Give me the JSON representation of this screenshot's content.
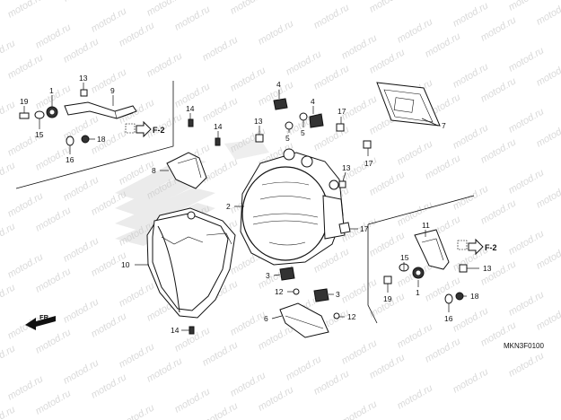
{
  "diagram": {
    "watermark": "motod.ru",
    "drawing_code": "MKN3F0100",
    "direction_label": "FR.",
    "ref_label": "F-2",
    "part_numbers": [
      "1",
      "2",
      "3",
      "4",
      "5",
      "6",
      "7",
      "8",
      "9",
      "10",
      "11",
      "12",
      "13",
      "14",
      "15",
      "16",
      "17",
      "18",
      "19"
    ]
  }
}
